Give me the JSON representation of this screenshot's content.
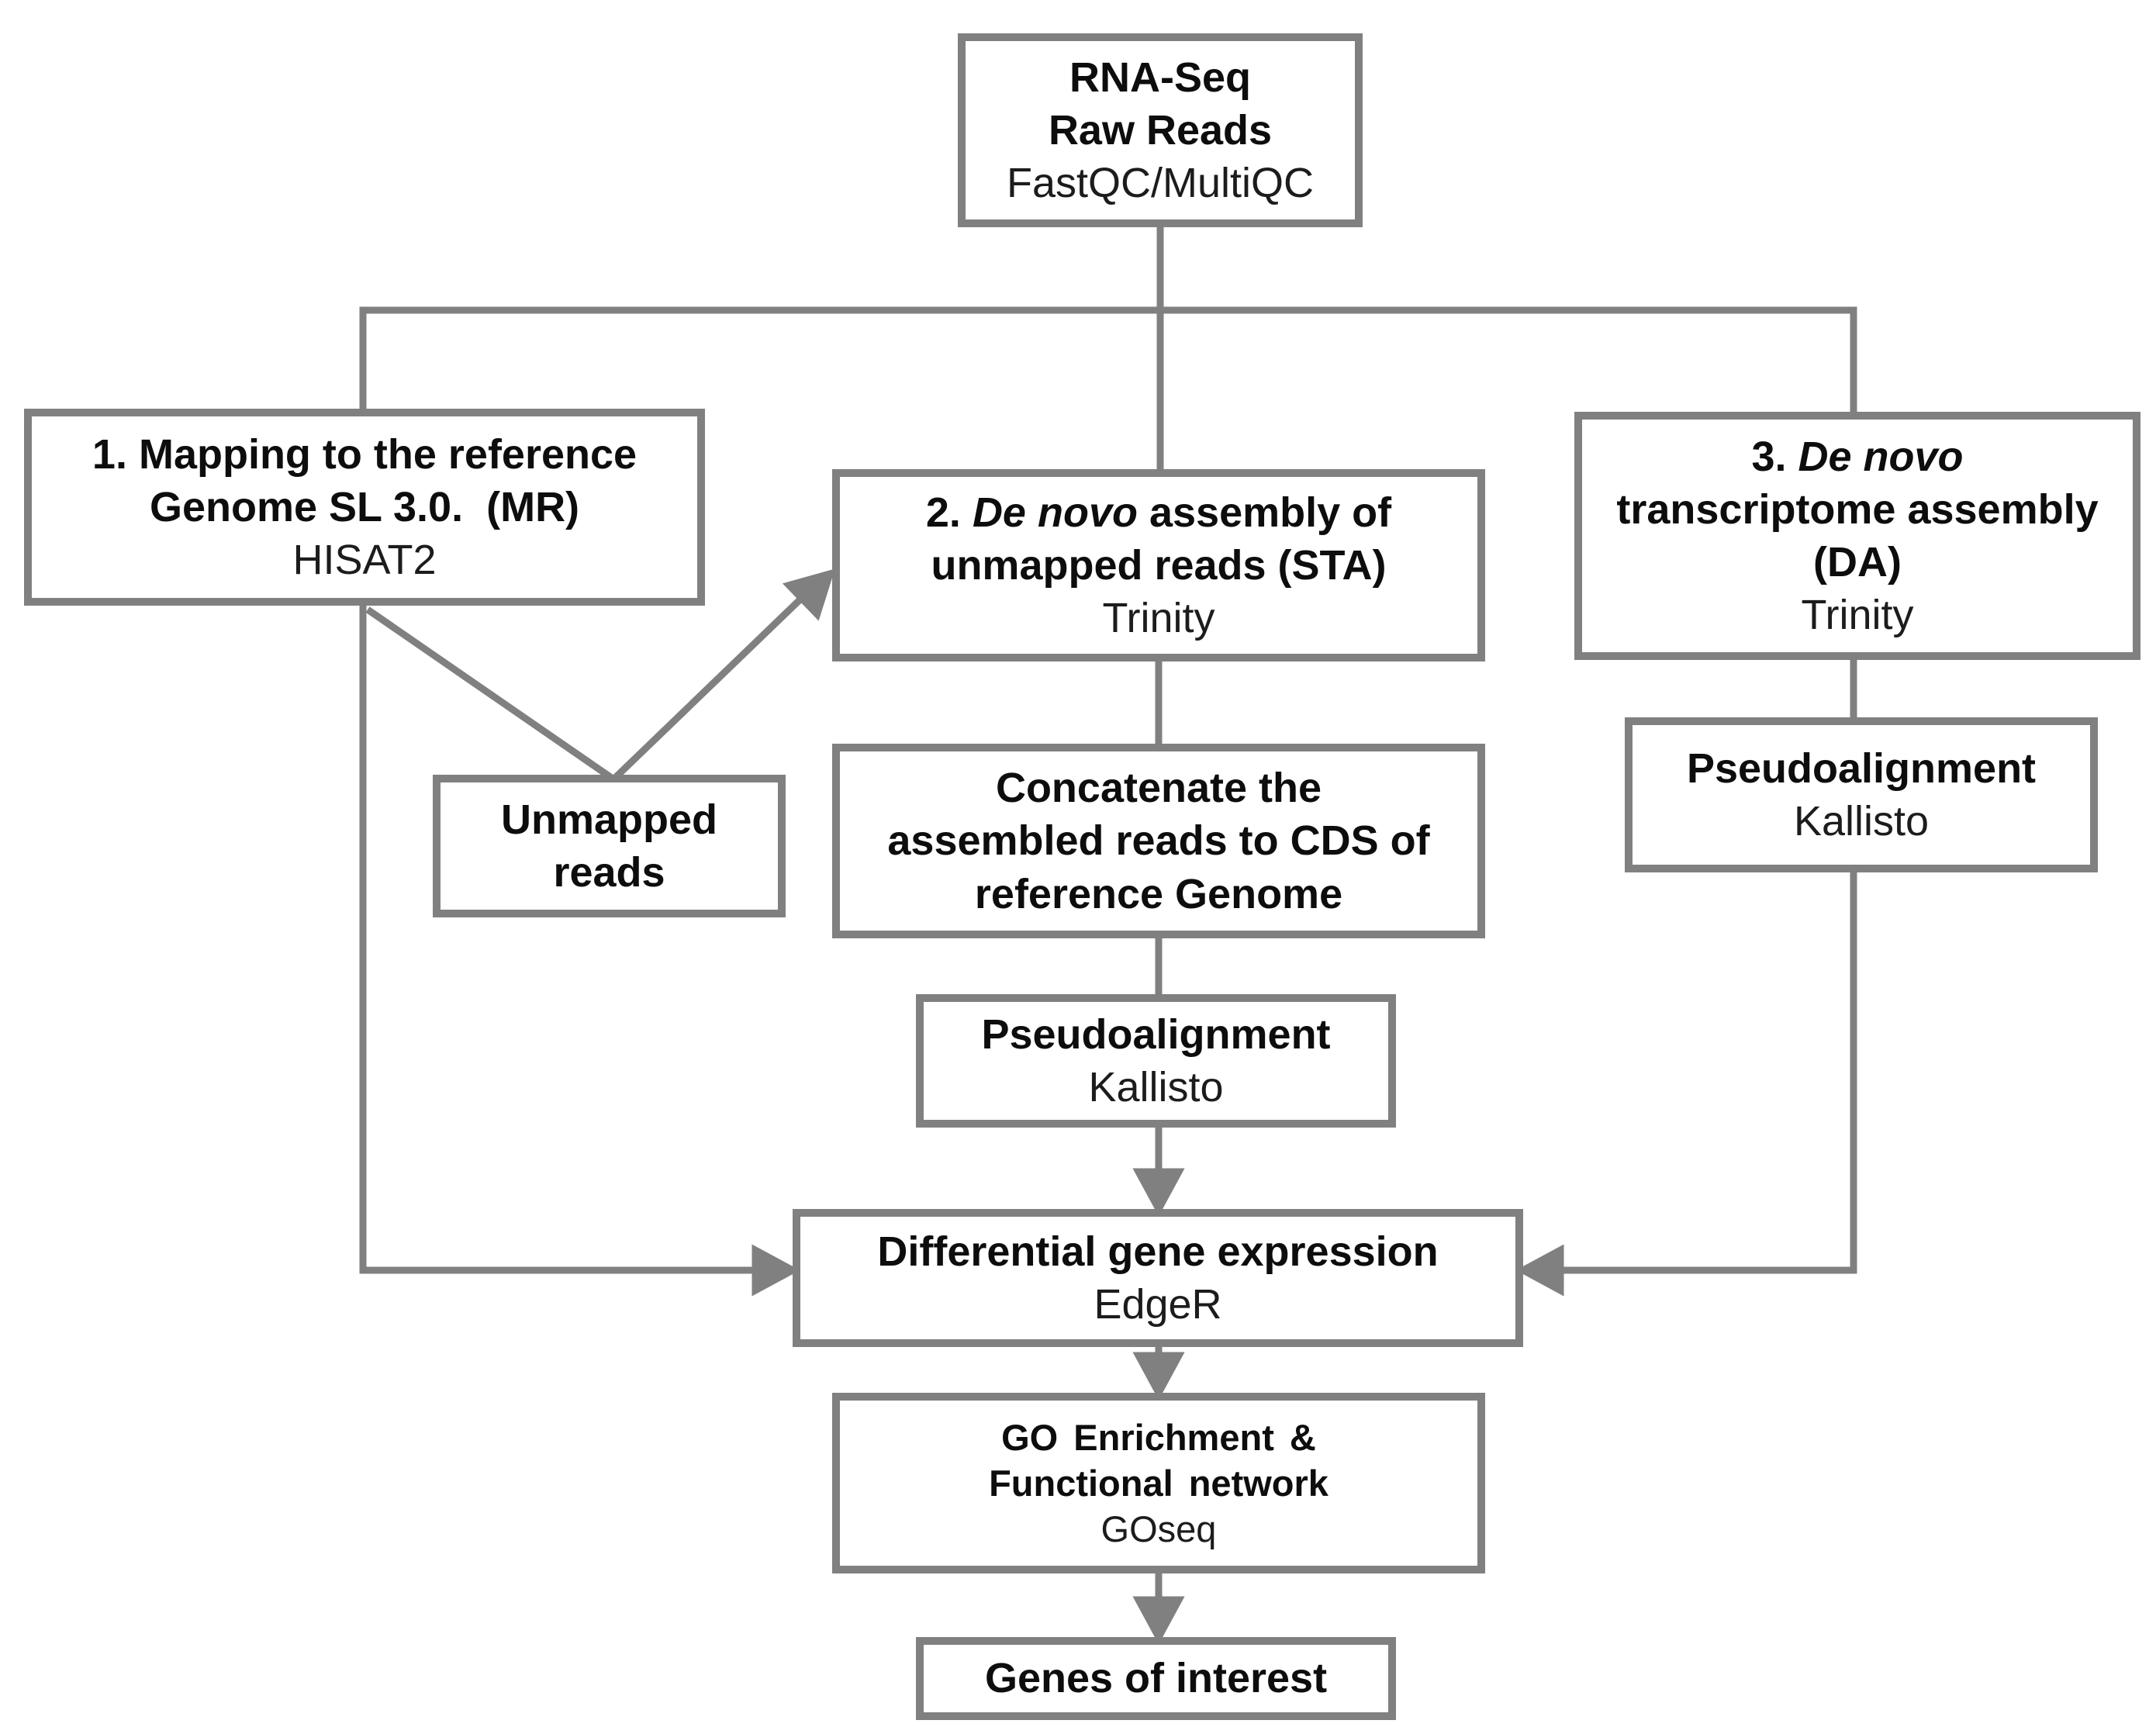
{
  "colors": {
    "line": "#808080",
    "text": "#0d0d0d",
    "box_bg": "#ffffff"
  },
  "boxes": {
    "raw_reads": {
      "line1": "RNA-Seq",
      "line2": "Raw Reads",
      "tool": "FastQC/MultiQC"
    },
    "mapping": {
      "line1": "1. Mapping to the reference",
      "line2": "Genome SL 3.0.  (MR)",
      "tool": "HISAT2"
    },
    "sta": {
      "t1a": "2. ",
      "t1b": "De novo",
      "t1c": " assembly of",
      "line2": "unmapped reads (STA)",
      "tool": "Trinity"
    },
    "da": {
      "t1a": "3. ",
      "t1b": "De novo",
      "line2": "transcriptome assembly",
      "line3": "(DA)",
      "tool": "Trinity"
    },
    "unmapped": {
      "line1": "Unmapped",
      "line2": "reads"
    },
    "concatenate": {
      "line1": "Concatenate the",
      "line2": "assembled reads to CDS of",
      "line3": "reference Genome"
    },
    "pseudo_sta": {
      "line1": "Pseudoalignment",
      "tool": "Kallisto"
    },
    "pseudo_da": {
      "line1": "Pseudoalignment",
      "tool": "Kallisto"
    },
    "dge": {
      "line1": "Differential gene expression",
      "tool": "EdgeR"
    },
    "go": {
      "line1": "GO Enrichment &",
      "line2": "Functional network",
      "tool": "GOseq"
    },
    "genes": {
      "line1": "Genes of interest"
    }
  }
}
